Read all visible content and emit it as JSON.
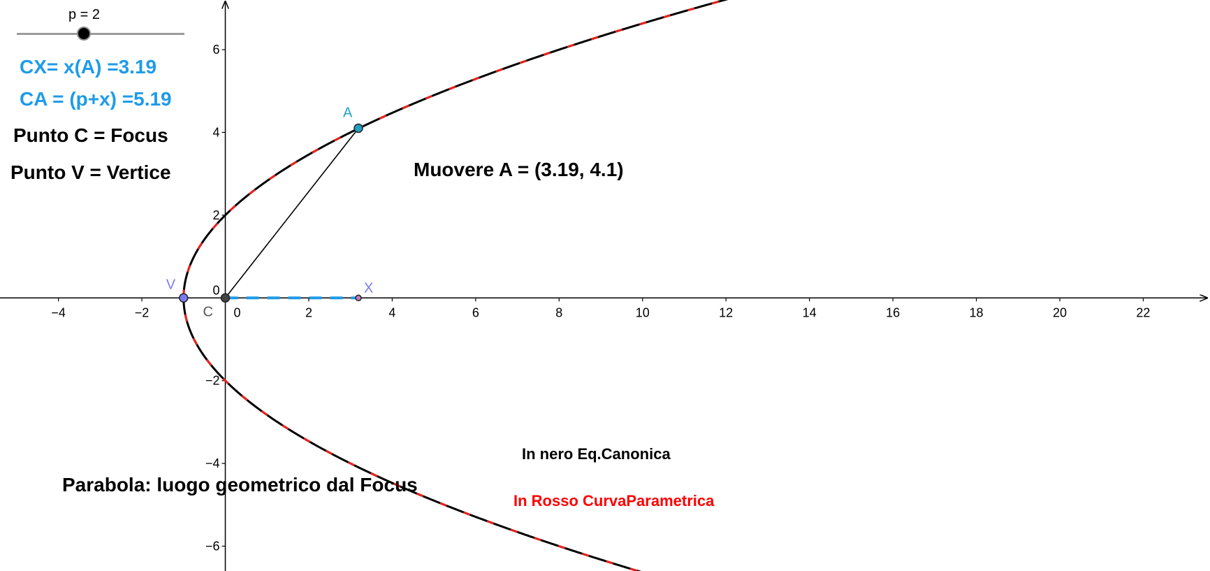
{
  "slider": {
    "label": "p = 2",
    "value": 2
  },
  "texts": {
    "cx": "CX= x(A) =3.19",
    "ca": "CA = (p+x) =5.19",
    "focus": "Punto C = Focus",
    "vertex": "Punto V = Vertice",
    "move": "Muovere A = (3.19, 4.1)",
    "black_note": "In nero Eq.Canonica",
    "red_note": "In Rosso CurvaParametrica",
    "title": "Parabola: luogo geometrico dal Focus"
  },
  "points": {
    "A": {
      "label": "A",
      "x": 3.19,
      "y": 4.1
    },
    "V": {
      "label": "V",
      "x": -1,
      "y": 0
    },
    "C": {
      "label": "C",
      "x": 0,
      "y": 0
    },
    "X": {
      "label": "X",
      "x": 3.19,
      "y": 0
    }
  },
  "axes": {
    "x_range": [
      -5.4,
      23.6
    ],
    "y_range": [
      -6.6,
      7.2
    ],
    "x_ticks": [
      -4,
      -2,
      0,
      2,
      4,
      6,
      8,
      10,
      12,
      14,
      16,
      18,
      20,
      22
    ],
    "x_tick_labels": [
      "−4",
      "−2",
      "0",
      "2",
      "4",
      "6",
      "8",
      "10",
      "12",
      "14",
      "16",
      "18",
      "20",
      "22"
    ],
    "y_ticks": [
      -6,
      -4,
      -2,
      0,
      2,
      4,
      6
    ],
    "y_tick_labels": [
      "−6",
      "−4",
      "−2",
      "0",
      "2",
      "4",
      "6"
    ]
  },
  "colors": {
    "blue_text": "#1e9be9",
    "red_text": "#ff0000",
    "curve_black": "#000000",
    "curve_red": "#e8231c",
    "point_a": "#1f9fc2",
    "point_v": "#7b7bf0",
    "point_c": "#444444",
    "point_x": "#c07cc0",
    "segment_cx": "#1e9be9"
  }
}
